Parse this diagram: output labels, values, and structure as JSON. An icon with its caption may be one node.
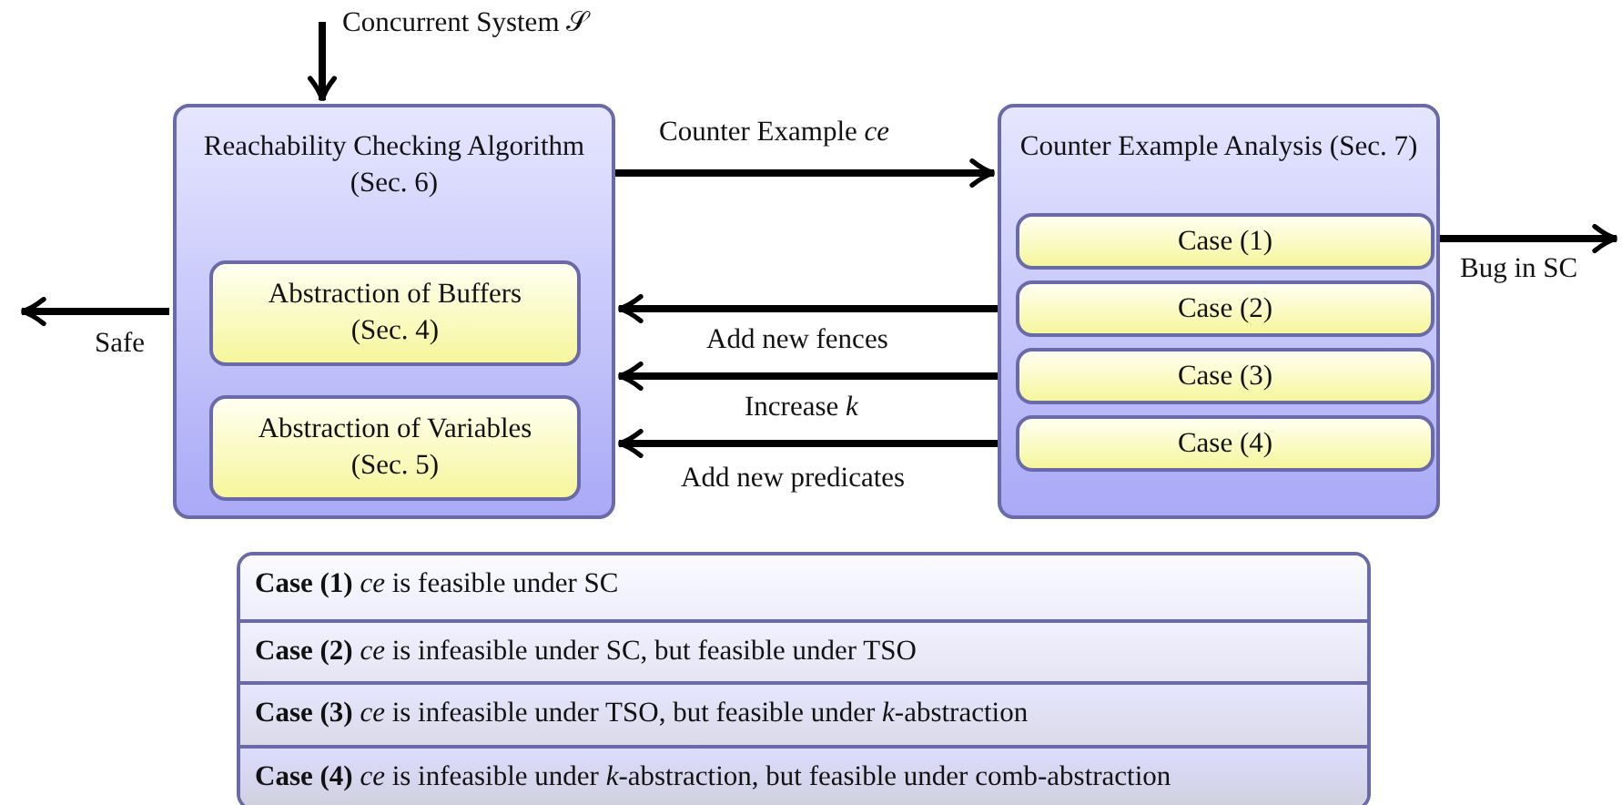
{
  "diagram": {
    "nodes": [
      {
        "text": [
          "Reachability Checking Algorithm (Sec. 6)"
        ]
      },
      {
        "text": [
          "Abstraction of Buffers (Sec. 4)"
        ],
        "in": 0
      },
      {
        "text": [
          "Abstraction of Variables (Sec. 5)"
        ],
        "in": 0
      },
      {
        "text": [
          "Counter Example Analysis (Sec. 7)"
        ]
      },
      {
        "text": [
          "Case (1)"
        ],
        "in": 3
      },
      {
        "text": [
          "Case (2)"
        ],
        "in": 3
      },
      {
        "text": [
          "Case (3)"
        ],
        "in": 3
      },
      {
        "text": [
          "Case (4)"
        ],
        "in": 3
      }
    ],
    "edges": [
      {
        "from": null,
        "to": 0,
        "arrow": "to",
        "label": "Concurrent System 𝒮"
      },
      {
        "from": 0,
        "to": 3,
        "arrow": "to",
        "label": "Counter Example *ce*"
      },
      {
        "from": 0,
        "to": null,
        "arrow": "to",
        "label": "Safe"
      },
      {
        "from": 4,
        "to": null,
        "arrow": "to",
        "label": "Bug in SC"
      },
      {
        "from": 5,
        "to": 0,
        "arrow": "to",
        "label": "Add new fences"
      },
      {
        "from": 6,
        "to": 0,
        "arrow": "to",
        "label": "Increase *k*"
      },
      {
        "from": 7,
        "to": 0,
        "arrow": "to",
        "label": "Add new predicates"
      }
    ],
    "labels": [
      "**Case (1)** *ce* is feasible under SC",
      "**Case (2)** *ce* is infeasible under SC, but feasible under TSO",
      "**Case (3)** *ce* is infeasible under TSO, but feasible under *k*-abstraction",
      "**Case (4)** *ce* is infeasible under *k*-abstraction, but feasible under comb-abstraction"
    ]
  }
}
